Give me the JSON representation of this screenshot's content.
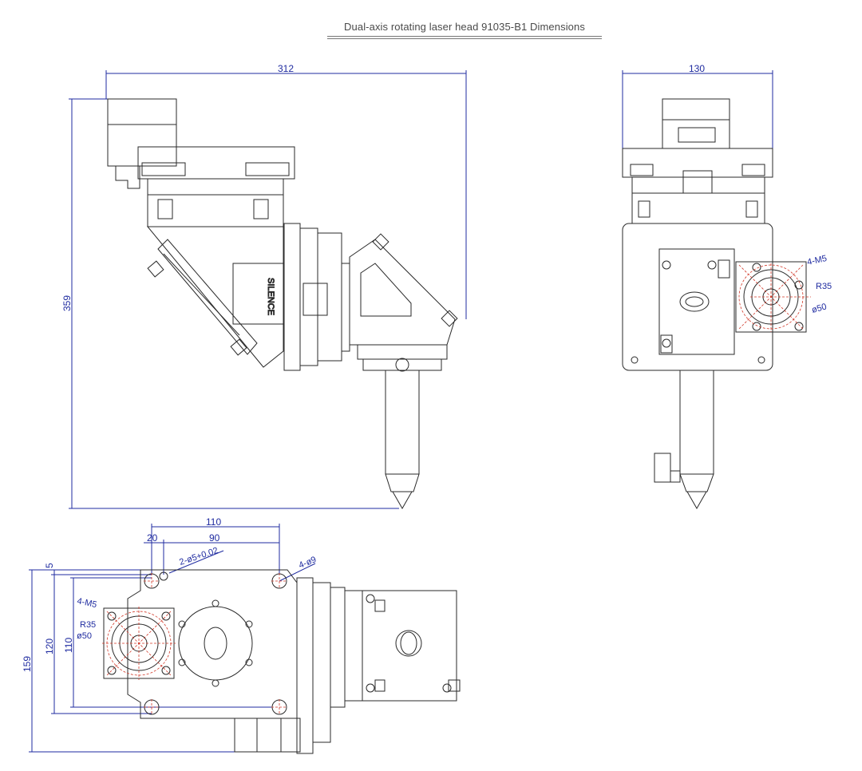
{
  "title": "Dual-axis rotating laser head 91035-B1 Dimensions",
  "side_view": {
    "width_dim": "312",
    "height_dim": "359",
    "motor_label": "SILENCE"
  },
  "front_view": {
    "width_dim": "130",
    "callout_holes": "4-M5",
    "callout_radius": "R35",
    "callout_diameter": "ø50"
  },
  "top_view": {
    "dim_110_top": "110",
    "dim_90": "90",
    "dim_20": "20",
    "dim_5": "5",
    "callout_pin": "2-ø5+0.02",
    "callout_holes_large": "4-ø9",
    "callout_holes": "4-M5",
    "callout_radius": "R35",
    "callout_diameter": "ø50",
    "dim_159": "159",
    "dim_120": "120",
    "dim_110_side": "110"
  },
  "colors": {
    "dimension": "#1f2ba0",
    "line": "#2a2a2a",
    "center_mark": "#d23a2a"
  }
}
